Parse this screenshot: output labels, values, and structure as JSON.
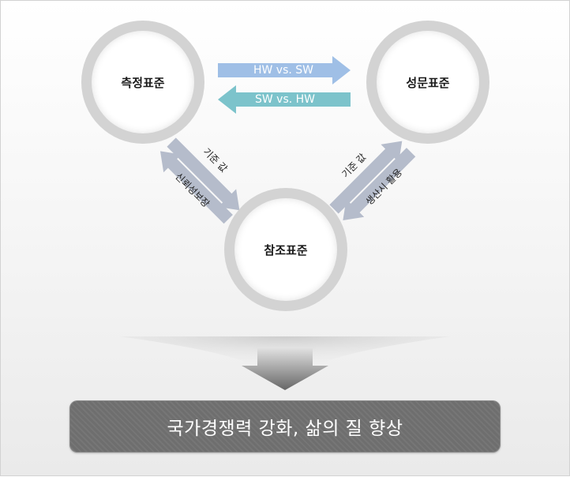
{
  "nodes": {
    "measurement": "측정표준",
    "composition": "성문표준",
    "reference": "참조표준"
  },
  "arrows": {
    "top_right": "HW vs. SW",
    "top_left": "SW vs. HW",
    "left_down": "기준 값",
    "left_up": "신뢰성보장",
    "right_up": "기준 값",
    "right_down": "생산시 활용"
  },
  "banner": {
    "text": "국가경쟁력 강화, 삶의 질 향상"
  },
  "colors": {
    "circle_ring": "#d3d3d3",
    "arrow_blue": "#9fbfe6",
    "arrow_teal": "#7cc3cb",
    "arrow_grey": "#b5bccb",
    "banner": "#6e6e6e"
  }
}
